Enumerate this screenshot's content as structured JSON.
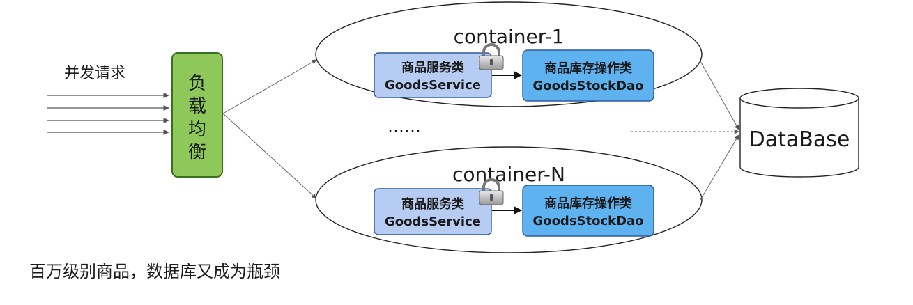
{
  "diagram": {
    "requests_label": "并发请求",
    "load_balancer": {
      "chars": [
        "负",
        "载",
        "均",
        "衡"
      ]
    },
    "containers": [
      {
        "name": "container-1",
        "service": {
          "line1": "商品服务类",
          "line2": "GoodsService"
        },
        "dao": {
          "line1": "商品库存操作类",
          "line2": "GoodsStockDao"
        }
      },
      {
        "name": "container-N",
        "service": {
          "line1": "商品服务类",
          "line2": "GoodsService"
        },
        "dao": {
          "line1": "商品库存操作类",
          "line2": "GoodsStockDao"
        }
      }
    ],
    "ellipsis": "……",
    "database": "DataBase",
    "icons": {
      "lock": "lock-icon"
    },
    "colors": {
      "load_balancer_fill": "#8fc85a",
      "load_balancer_stroke": "#3b6e1f",
      "service_fill": "#b7ccf2",
      "dao_fill": "#5fb2f0",
      "box_stroke": "#2d5a9e"
    }
  },
  "caption": "百万级别商品，数据库又成为瓶颈"
}
